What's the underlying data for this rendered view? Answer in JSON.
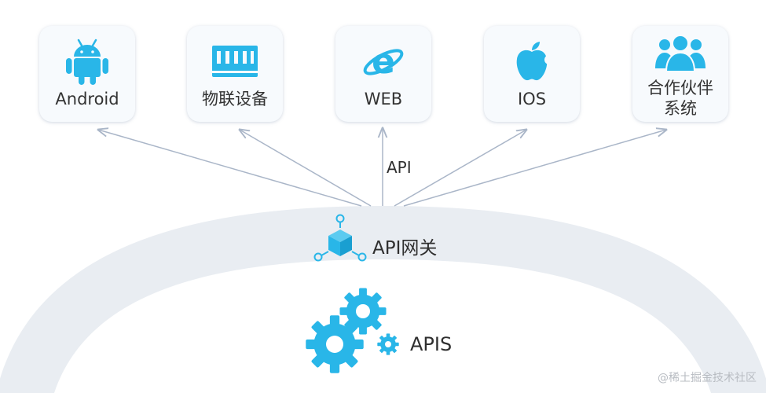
{
  "nodes": [
    {
      "id": "android",
      "label": "Android",
      "icon": "android-icon"
    },
    {
      "id": "iot",
      "label": "物联设备",
      "icon": "iot-device-icon"
    },
    {
      "id": "web",
      "label": "WEB",
      "icon": "browser-e-icon"
    },
    {
      "id": "ios",
      "label": "IOS",
      "icon": "apple-icon"
    },
    {
      "id": "partner",
      "label_line1": "合作伙伴",
      "label_line2": "系统",
      "icon": "people-group-icon"
    }
  ],
  "edge_label": "API",
  "gateway": {
    "label": "API网关",
    "icon": "gateway-cube-icon"
  },
  "backend": {
    "label": "APIS",
    "icon": "gears-icon"
  },
  "watermark": "@稀土掘金技术社区",
  "colors": {
    "accent": "#29b6e8",
    "arc": "#e9edf2",
    "arrow": "#aab6c8"
  }
}
